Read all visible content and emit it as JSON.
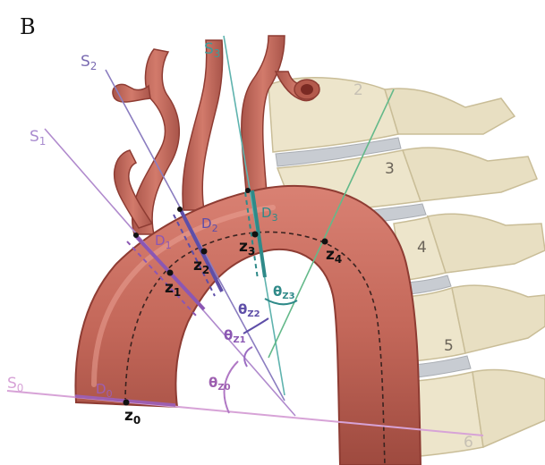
{
  "panel_label": "B",
  "scan_planes": [
    {
      "id": "s0",
      "text": "S",
      "sub": "0",
      "color": "#c78ec7"
    },
    {
      "id": "s1",
      "text": "S",
      "sub": "1",
      "color": "#a77ec4"
    },
    {
      "id": "s2",
      "text": "S",
      "sub": "2",
      "color": "#7a6bb2"
    },
    {
      "id": "s3",
      "text": "S",
      "sub": "3",
      "color": "#3d9b9a"
    }
  ],
  "diameters": [
    {
      "id": "d0",
      "text": "D",
      "sub": "0",
      "color": "#9d5fb0"
    },
    {
      "id": "d1",
      "text": "D",
      "sub": "1",
      "color": "#8b57b3"
    },
    {
      "id": "d2",
      "text": "D",
      "sub": "2",
      "color": "#5e4ea8"
    },
    {
      "id": "d3",
      "text": "D",
      "sub": "3",
      "color": "#2f8a89"
    }
  ],
  "centerline_points": [
    {
      "id": "z0",
      "text": "z",
      "sub": "0"
    },
    {
      "id": "z1",
      "text": "z",
      "sub": "1"
    },
    {
      "id": "z2",
      "text": "z",
      "sub": "2"
    },
    {
      "id": "z3",
      "text": "z",
      "sub": "3"
    },
    {
      "id": "z4",
      "text": "z",
      "sub": "4"
    }
  ],
  "angles": [
    {
      "id": "tz0",
      "text": "θ",
      "sub": "Z0",
      "color": "#9d5fb0"
    },
    {
      "id": "tz1",
      "text": "θ",
      "sub": "Z1",
      "color": "#8b57b3"
    },
    {
      "id": "tz2",
      "text": "θ",
      "sub": "Z2",
      "color": "#5e4ea8"
    },
    {
      "id": "tz3",
      "text": "θ",
      "sub": "Z3",
      "color": "#2f8a89"
    }
  ],
  "vertebrae": [
    "2",
    "3",
    "4",
    "5",
    "6"
  ],
  "colors": {
    "aorta": "#c4685a",
    "aorta_dark": "#8e3c33",
    "bone": "#ece4c9",
    "bone_shadow": "#cbbf98",
    "s0": "#d7a3d7",
    "s1": "#b08acd",
    "s2": "#8b7dc0",
    "s3": "#5fb3ae",
    "green_line": "#64b98a"
  }
}
